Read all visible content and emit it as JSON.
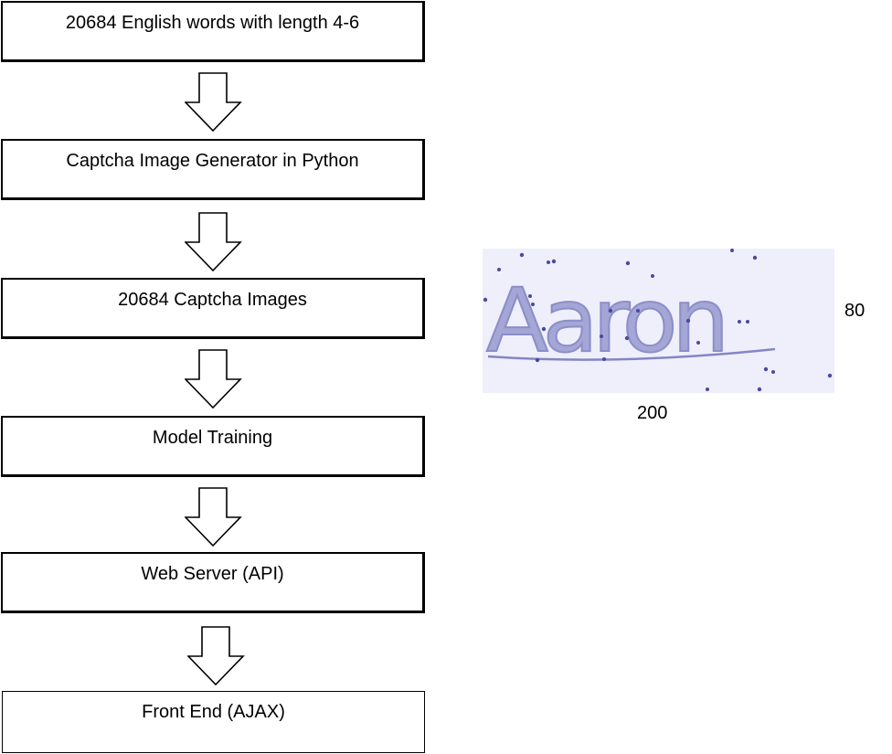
{
  "flow": {
    "steps": [
      {
        "label": "20684 English words with length 4-6"
      },
      {
        "label": "Captcha Image Generator in Python"
      },
      {
        "label": "20684 Captcha Images"
      },
      {
        "label": "Model Training"
      },
      {
        "label": "Web Server (API)"
      },
      {
        "label": "Front End (AJAX)"
      }
    ]
  },
  "captcha_example": {
    "text": "Aaron",
    "width_label": "200",
    "height_label": "80",
    "background_color": "#eeeffa",
    "text_color": "#9a9cd0",
    "dot_color": "#4a4aa0"
  }
}
